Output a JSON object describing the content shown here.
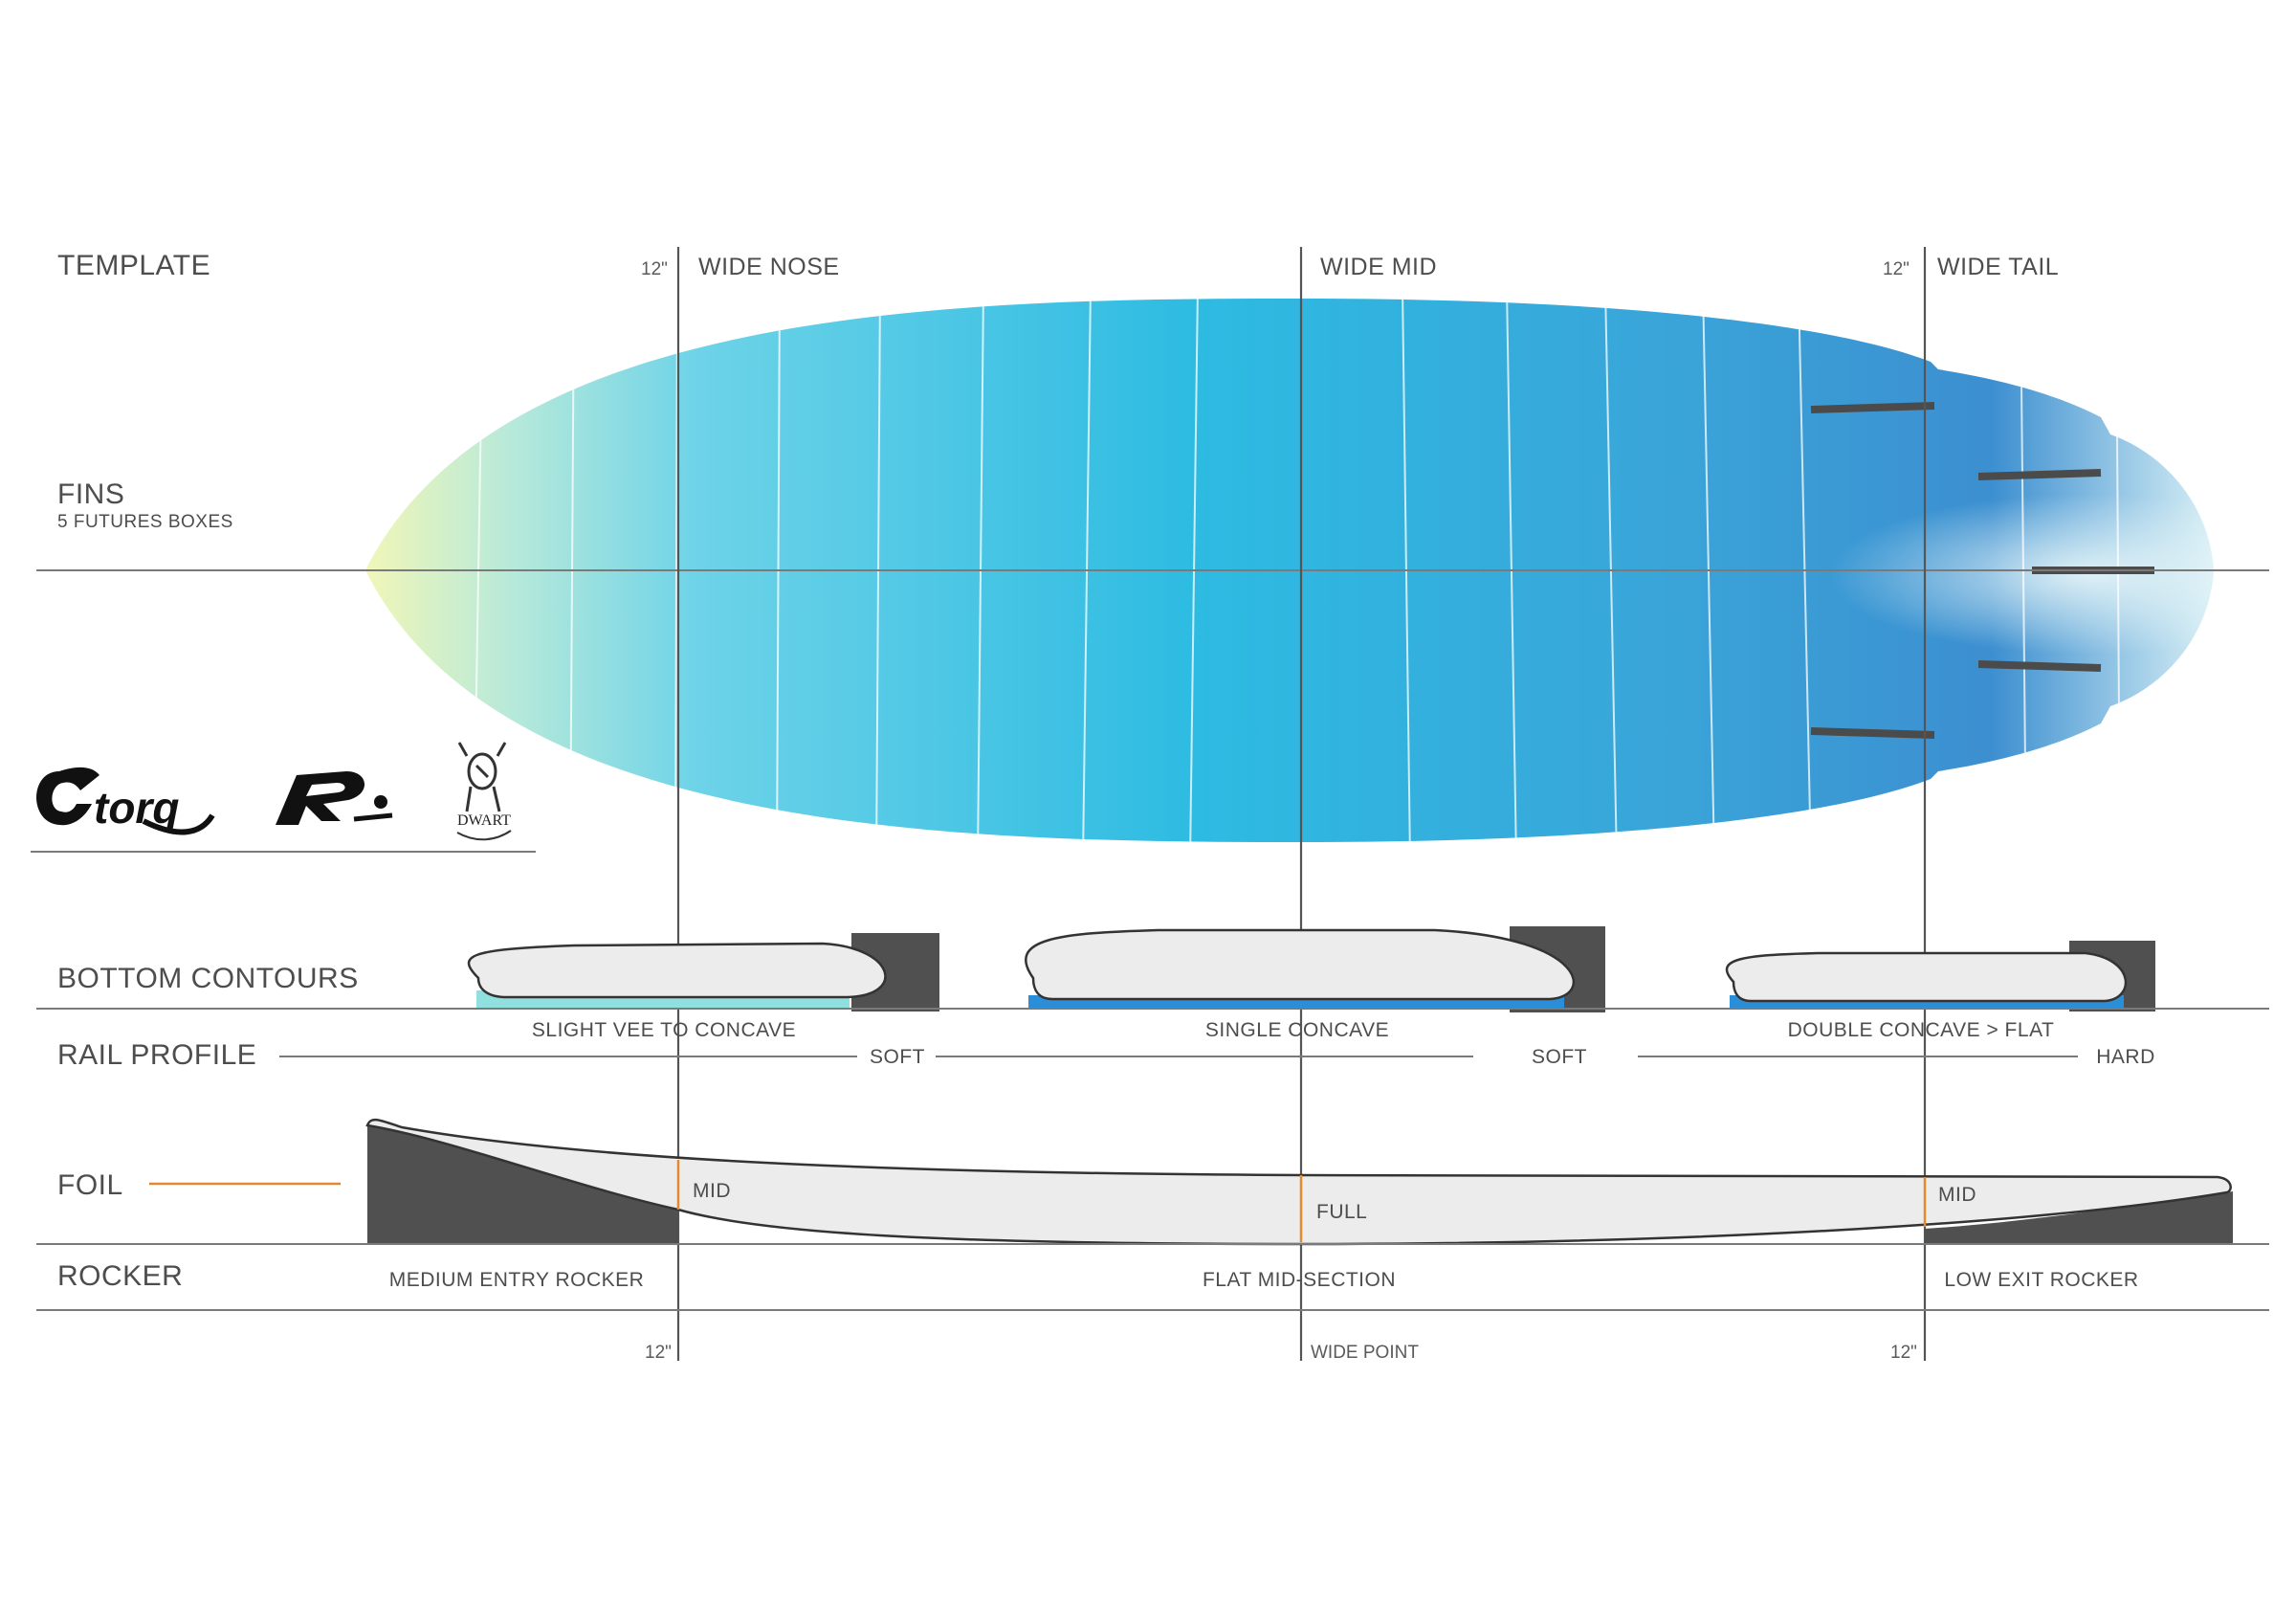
{
  "labels": {
    "template": "TEMPLATE",
    "fins": "FINS",
    "fins_sub": "5 FUTURES BOXES",
    "bottom_contours": "BOTTOM  CONTOURS",
    "rail_profile": "RAIL PROFILE",
    "foil": "FOIL",
    "rocker": "ROCKER"
  },
  "top_markers": {
    "nose_inch": "12\"",
    "nose": "WIDE NOSE",
    "mid": "WIDE MID",
    "tail_inch": "12\"",
    "tail": "WIDE TAIL"
  },
  "bottom_contours": {
    "nose": "SLIGHT VEE TO CONCAVE",
    "mid": "SINGLE CONCAVE",
    "tail": "DOUBLE CONCAVE > FLAT"
  },
  "rail_profile": {
    "nose": "SOFT",
    "mid": "SOFT",
    "tail": "HARD"
  },
  "foil": {
    "nose": "MID",
    "mid": "FULL",
    "tail": "MID"
  },
  "rocker": {
    "nose": "MEDIUM ENTRY ROCKER",
    "mid": "FLAT MID-SECTION",
    "tail": "LOW EXIT ROCKER"
  },
  "bottom_markers": {
    "nose_inch": "12\"",
    "mid": "WIDE POINT",
    "tail_inch": "12\""
  },
  "logos": {
    "torq": "torq",
    "dwart": "DWART"
  },
  "colors": {
    "board_nose": "#e8f3b0",
    "board_front": "#5fd0e6",
    "board_mid": "#2fb6e0",
    "board_tail": "#3a8fd0",
    "concave_light": "#8fe0de",
    "concave_blue": "#2a8fd8",
    "rocker_dark": "#505050",
    "accent": "#e38a2e"
  }
}
